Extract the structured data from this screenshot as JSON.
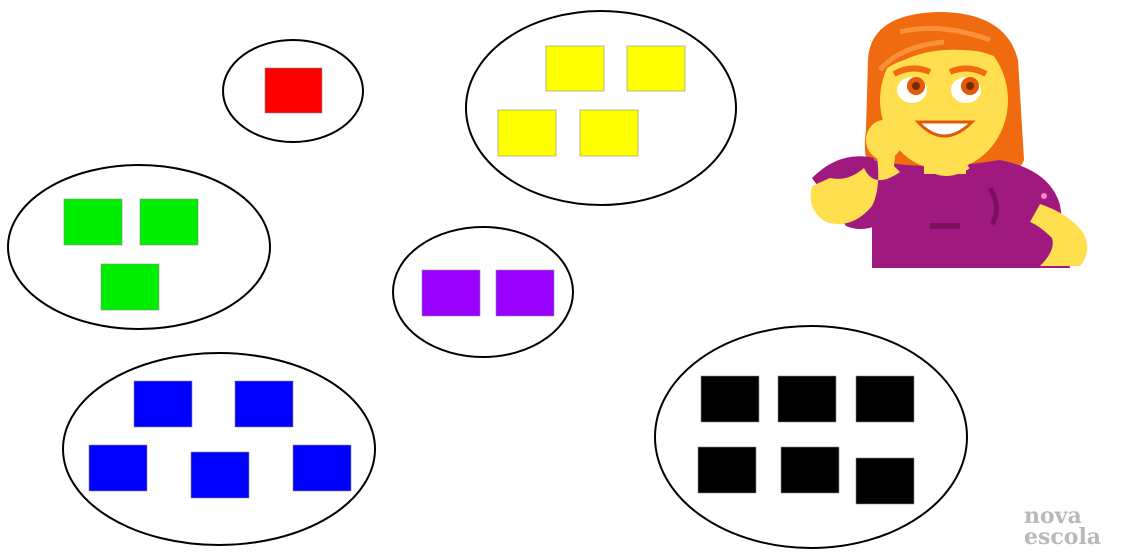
{
  "groups": [
    {
      "id": "red",
      "color": "#ff0000",
      "count": 1
    },
    {
      "id": "yellow",
      "color": "#ffff00",
      "count": 4
    },
    {
      "id": "green",
      "color": "#00ee00",
      "count": 3
    },
    {
      "id": "purple",
      "color": "#9900ff",
      "count": 2
    },
    {
      "id": "blue",
      "color": "#0000ff",
      "count": 5
    },
    {
      "id": "black",
      "color": "#000000",
      "count": 6
    }
  ],
  "watermark": {
    "line1": "nova",
    "line2": "escola"
  },
  "character": {
    "icon": "girl-thinking-icon",
    "hair_color": "#f06a10",
    "skin_color": "#ffdf4f",
    "shirt_color": "#a0197e"
  }
}
